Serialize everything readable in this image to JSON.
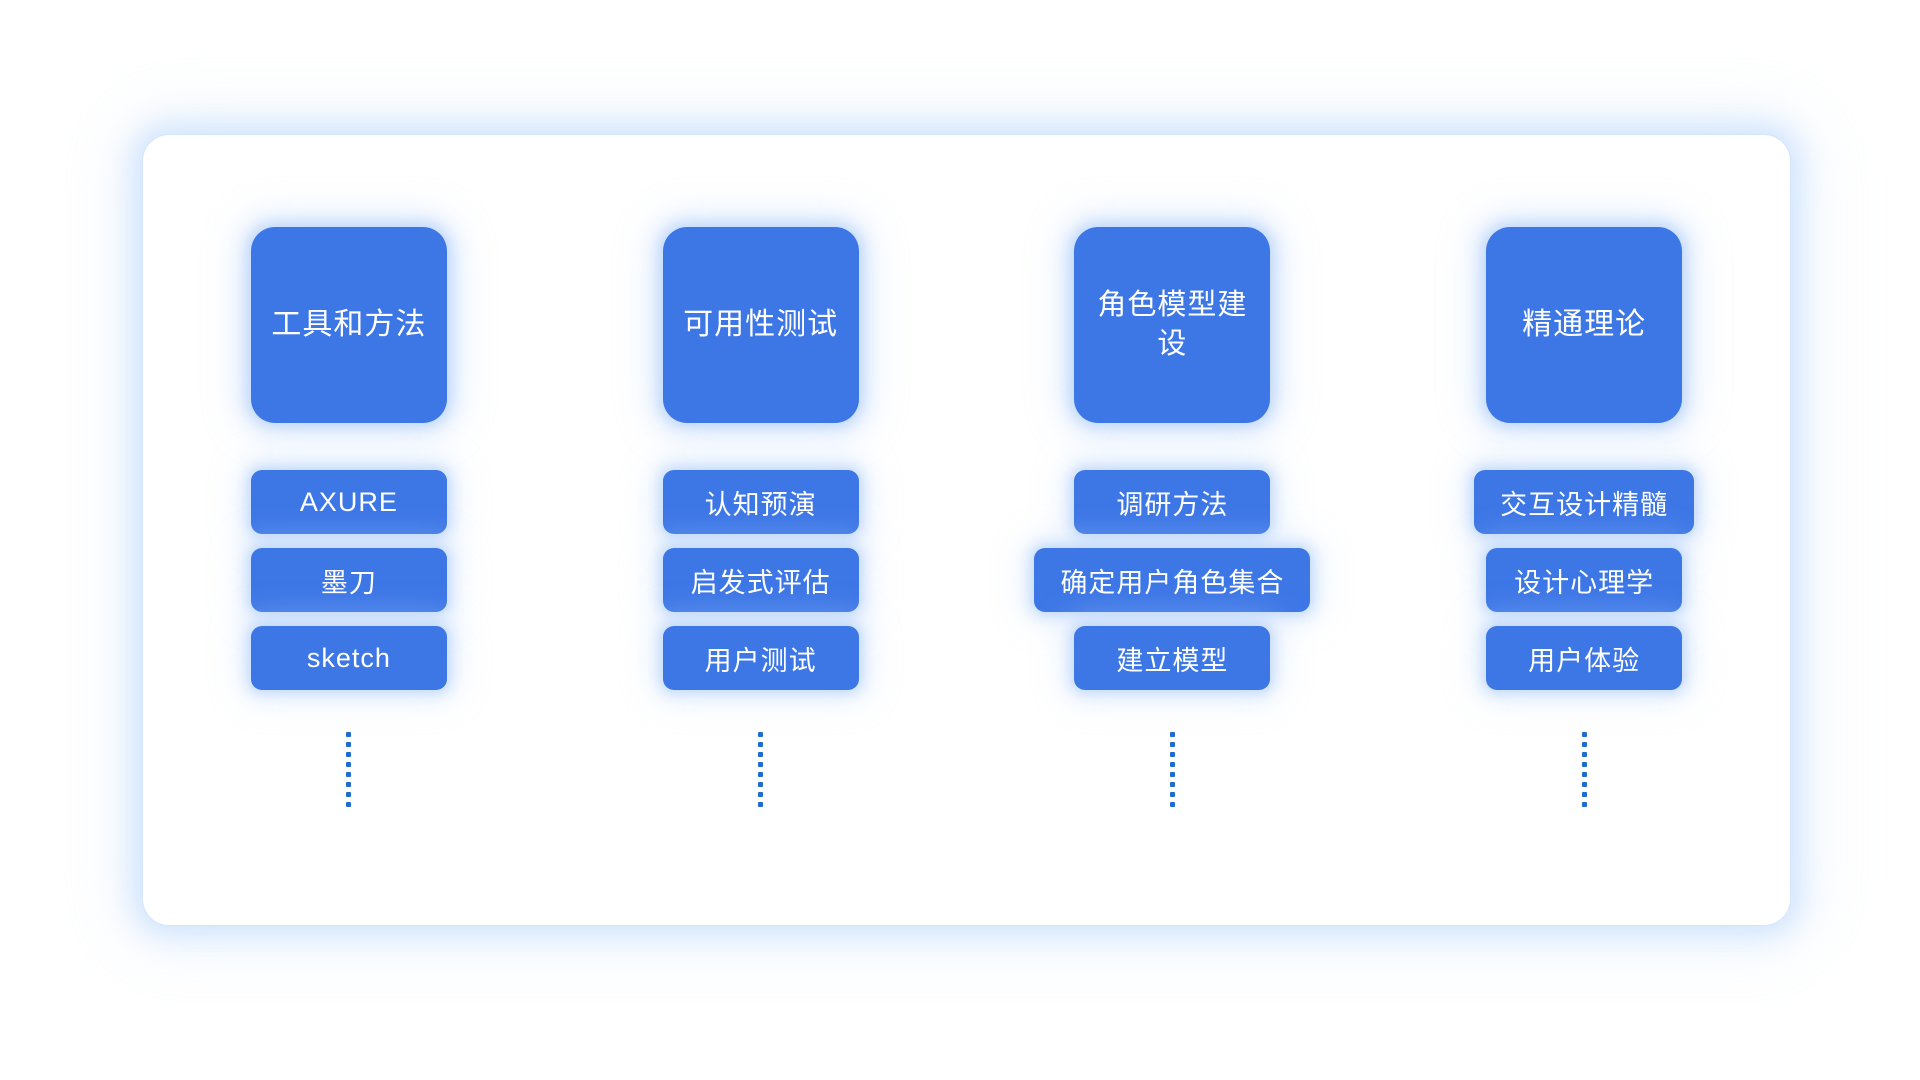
{
  "panel": {
    "background_color": "#ffffff",
    "accent_color": "#3d77e6",
    "glow_color": "#a8cbfa",
    "text_color": "#ffffff",
    "dot_color": "#1d6ccf"
  },
  "columns": [
    {
      "header": "工具和方法",
      "items": [
        "AXURE",
        "墨刀",
        "sketch"
      ],
      "ellipsis_dots": 8
    },
    {
      "header": "可用性测试",
      "items": [
        "认知预演",
        "启发式评估",
        "用户测试"
      ],
      "ellipsis_dots": 8
    },
    {
      "header": "角色模型建设",
      "items": [
        "调研方法",
        "确定用户角色集合",
        "建立模型"
      ],
      "ellipsis_dots": 8
    },
    {
      "header": "精通理论",
      "items": [
        "交互设计精髓",
        "设计心理学",
        "用户体验"
      ],
      "ellipsis_dots": 8
    }
  ]
}
